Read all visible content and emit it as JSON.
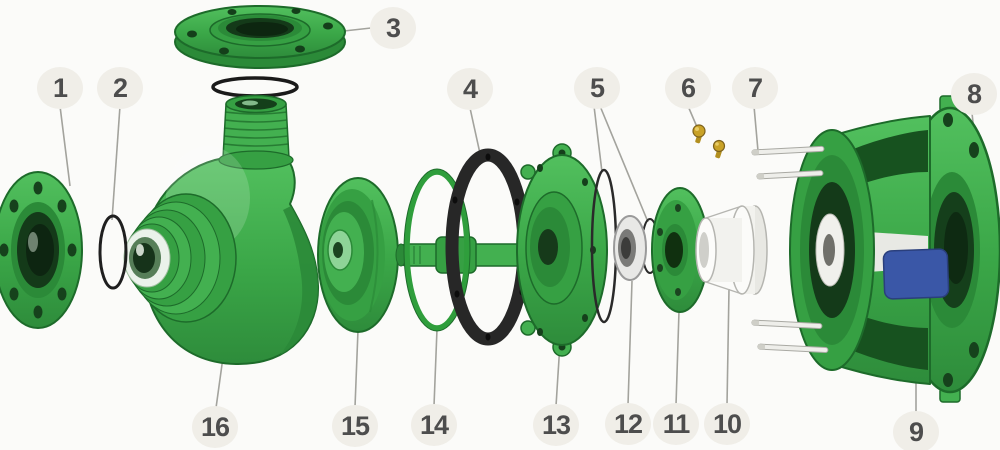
{
  "colors": {
    "background": "#fbfbf9",
    "part_green": "#43b050",
    "part_green_mid": "#36a043",
    "part_green_dark": "#2b8a38",
    "part_green_outline": "#1d6b2a",
    "bore_dark": "#153f1b",
    "gasket_black": "#272727",
    "seal_gray": "#b9b9b4",
    "sleeve_white": "#f2f2ee",
    "brass": "#c9a227",
    "accent_blue": "#3a57a7",
    "label_text": "#4d4d4d",
    "leader_line": "#a3a39d",
    "badge_bg": "#f0eee8"
  },
  "callouts": [
    {
      "label": "1"
    },
    {
      "label": "2"
    },
    {
      "label": "3"
    },
    {
      "label": "4"
    },
    {
      "label": "5"
    },
    {
      "label": "6"
    },
    {
      "label": "7"
    },
    {
      "label": "8"
    },
    {
      "label": "9"
    },
    {
      "label": "10"
    },
    {
      "label": "11"
    },
    {
      "label": "12"
    },
    {
      "label": "13"
    },
    {
      "label": "14"
    },
    {
      "label": "15"
    },
    {
      "label": "16"
    }
  ]
}
